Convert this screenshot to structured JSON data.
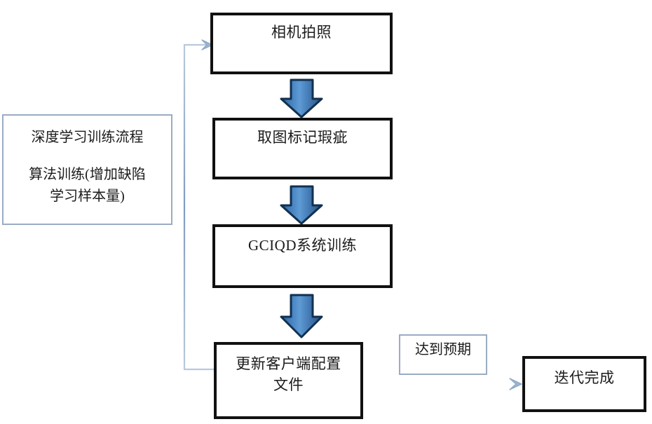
{
  "diagram": {
    "title_hidden": "",
    "accent_blue": "#3f7ec4",
    "arrow_outline": "#12304f",
    "connector_blue": "#8da9c9",
    "box_border": "#111111",
    "note_border": "#9aabc4"
  },
  "info_box": {
    "line1": "深度学习训练流程",
    "line2": "算法训练(增加缺陷\n学习样本量)"
  },
  "nodes": {
    "capture": "相机拍照",
    "label_defect": "取图标记瑕疵",
    "system_training": "GCIQD系统训练",
    "update_config": "更新客户端配置\n文件",
    "iteration_done": "迭代完成"
  },
  "labels": {
    "reach_expectation": "达到预期"
  },
  "connectors": [
    {
      "name": "capture-to-label",
      "type": "block-arrow-down"
    },
    {
      "name": "label-to-training",
      "type": "block-arrow-down"
    },
    {
      "name": "training-to-update",
      "type": "block-arrow-down"
    },
    {
      "name": "update-to-capture-feedback",
      "type": "elbow-line-arrow-up-left"
    },
    {
      "name": "update-to-done",
      "type": "line-arrow-right"
    }
  ]
}
